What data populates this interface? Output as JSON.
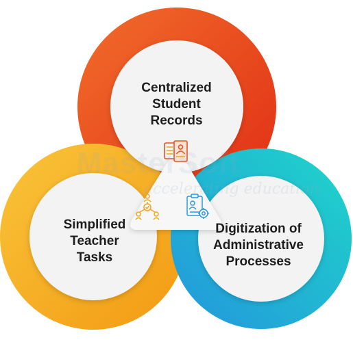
{
  "diagram": {
    "circles": [
      {
        "id": "top",
        "lines": [
          "Centralized",
          "Student",
          "Records"
        ],
        "ring_color": "#e8421d",
        "icon": "student-records-icon"
      },
      {
        "id": "left",
        "lines": [
          "Simplified",
          "Teacher",
          "Tasks"
        ],
        "ring_color": "#f4a91c",
        "icon": "teacher-network-icon"
      },
      {
        "id": "right",
        "lines": [
          "Digitization of",
          "Administrative",
          "Processes"
        ],
        "ring_color": "#1dc7cf",
        "icon": "admin-clipboard-gear-icon"
      }
    ]
  },
  "watermark": {
    "logo": "MasterSoft",
    "tagline": "accelerating education"
  },
  "colors": {
    "red": "#e8421d",
    "red_light": "#f26d2b",
    "orange": "#f4a91c",
    "orange_light": "#f9c43a",
    "teal": "#1dc7cf",
    "blue": "#23a6dd",
    "inner": "#f3f3f3",
    "icon_red": "#e8521f",
    "icon_orange": "#f2a51a",
    "icon_blue": "#2a9bd8"
  }
}
